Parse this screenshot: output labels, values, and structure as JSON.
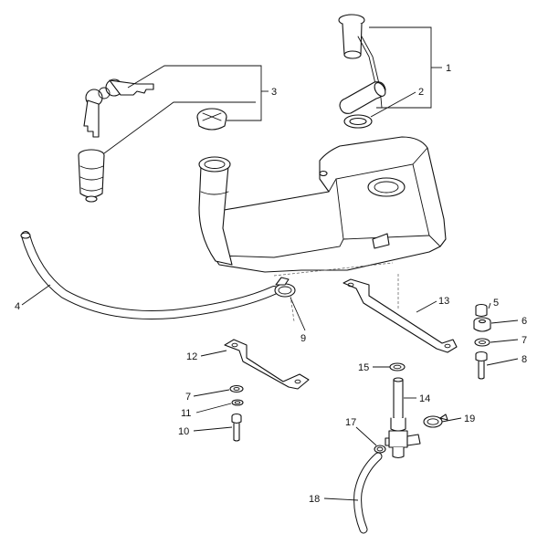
{
  "diagram": {
    "callouts": {
      "c1": "1",
      "c2": "2",
      "c3": "3",
      "c4": "4",
      "c5": "5",
      "c6": "6",
      "c7a": "7",
      "c7b": "7",
      "c8": "8",
      "c9": "9",
      "c10": "10",
      "c11": "11",
      "c12": "12",
      "c13": "13",
      "c14": "14",
      "c15": "15",
      "c17": "17",
      "c18": "18",
      "c19": "19"
    }
  }
}
